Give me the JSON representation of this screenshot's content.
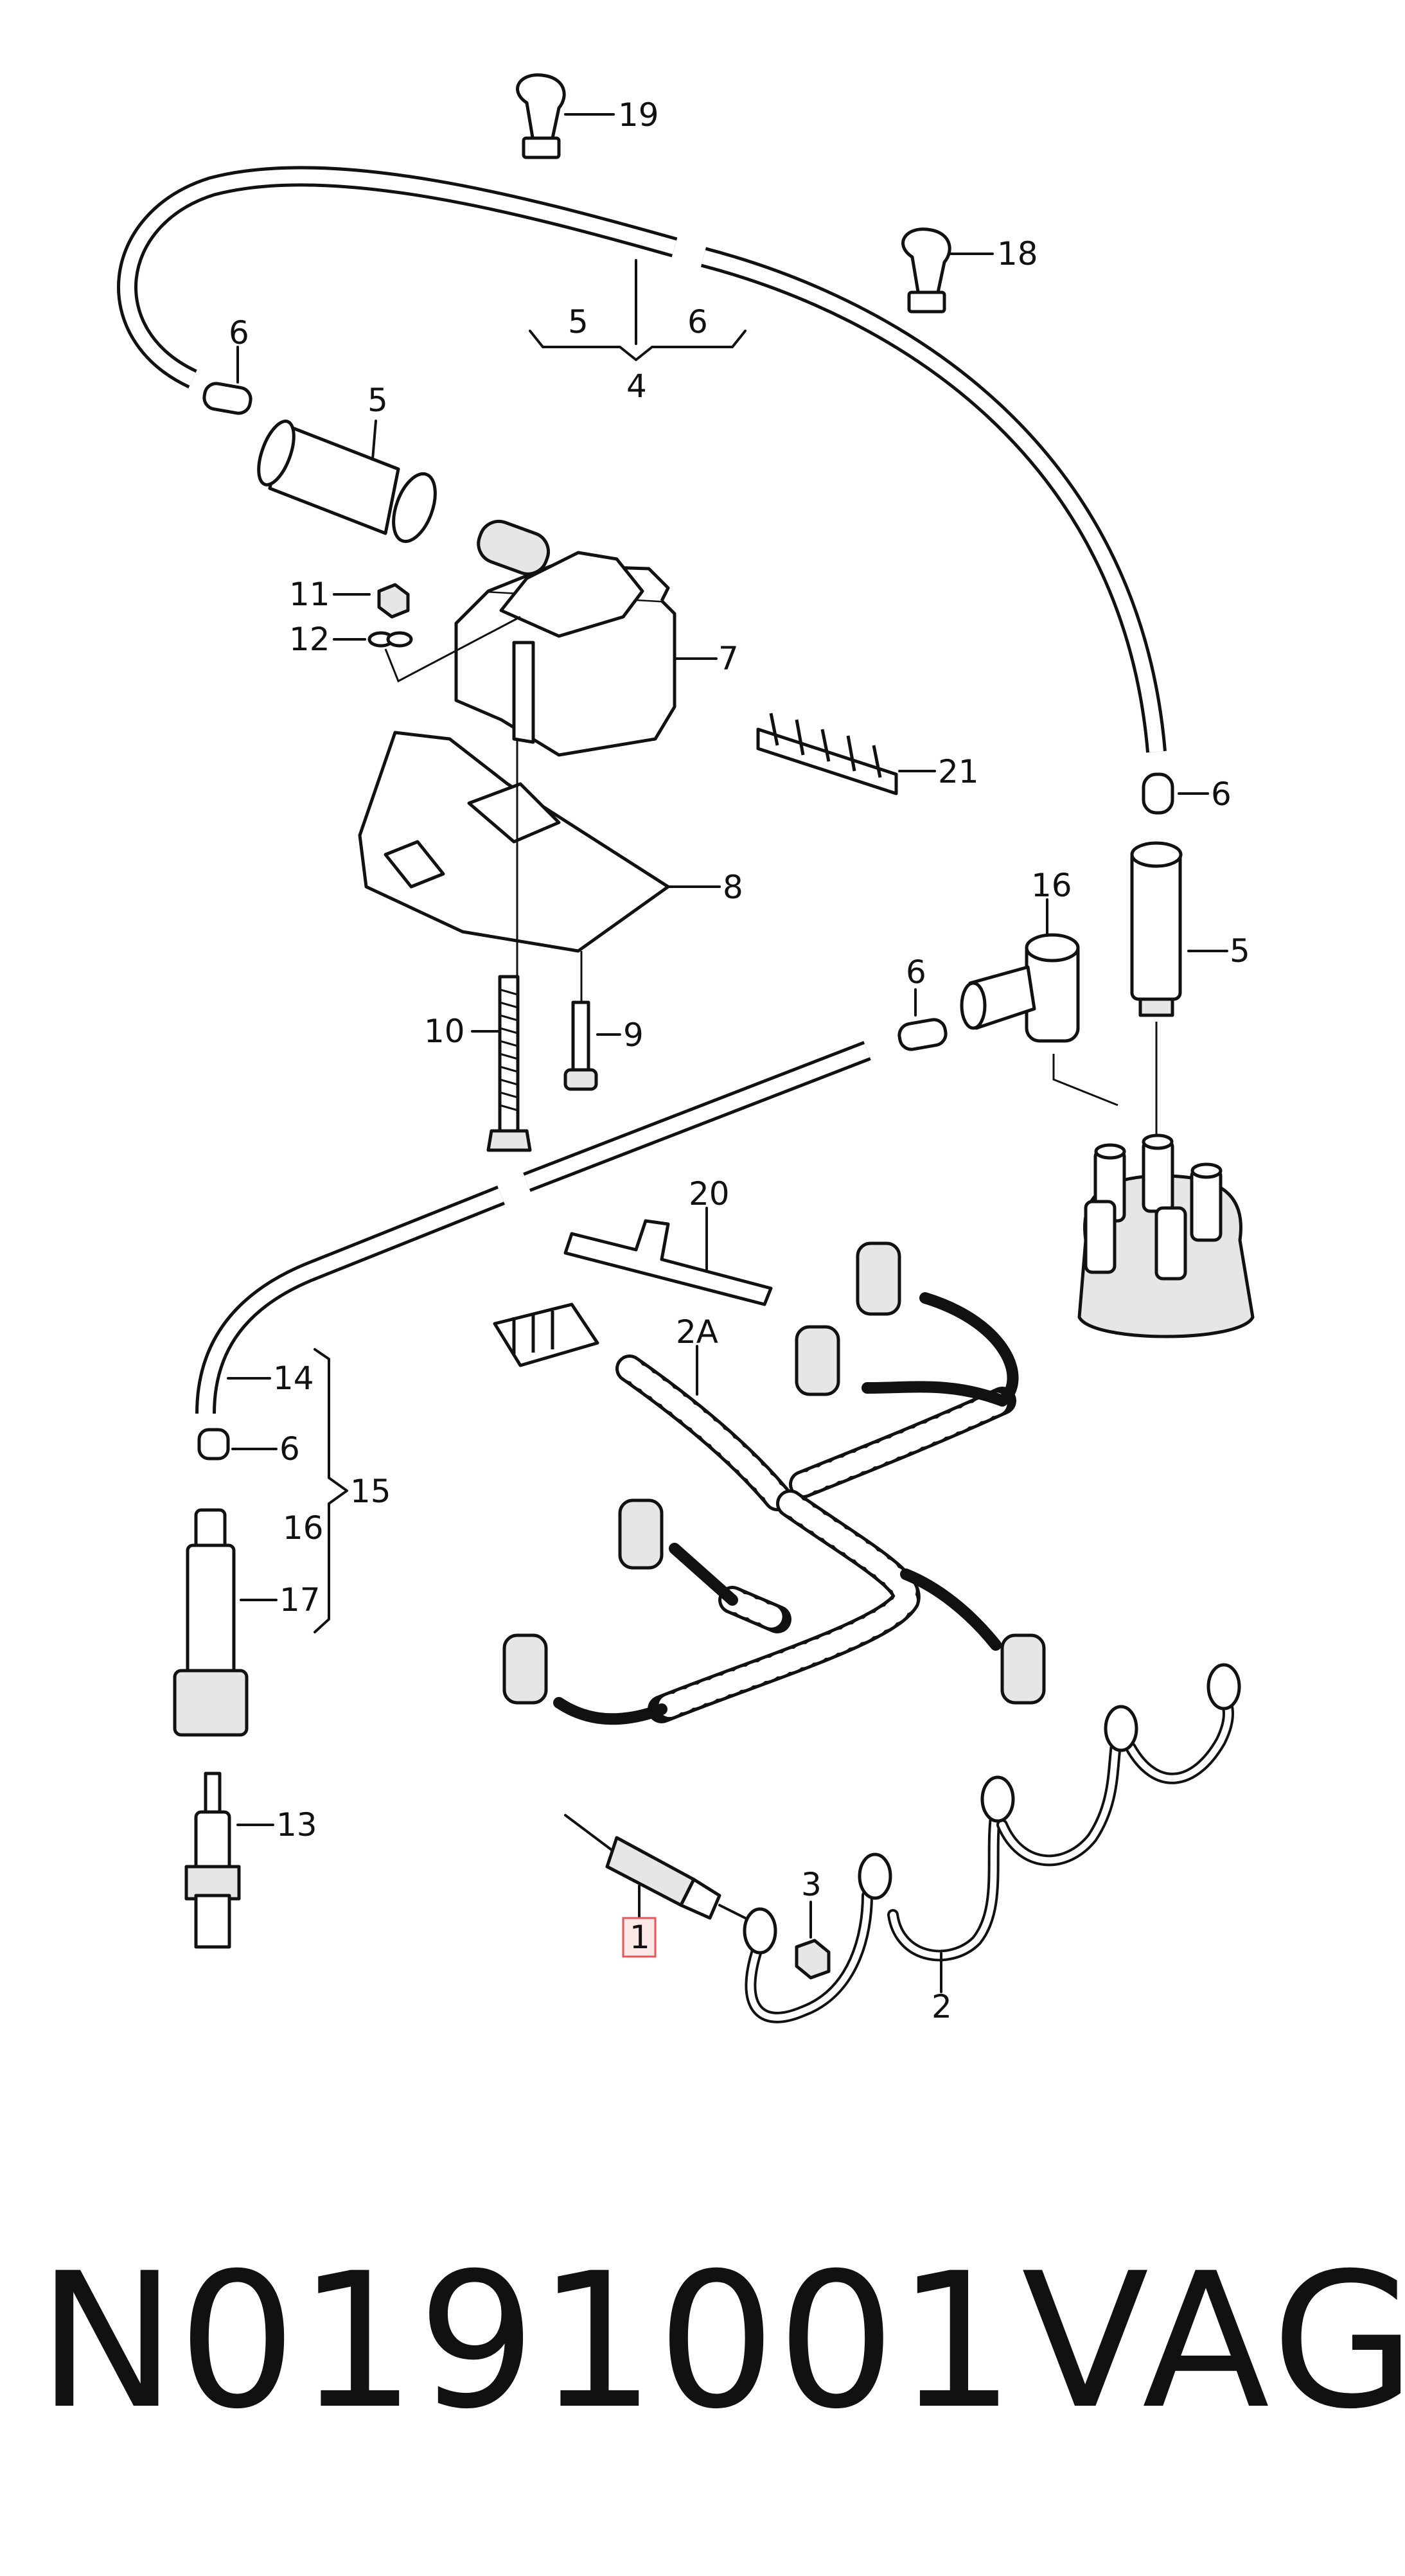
{
  "diagram": {
    "callouts": {
      "c19": "19",
      "c18": "18",
      "c5_bracket": "5",
      "c6_bracket": "6",
      "c4": "4",
      "c6_top": "6",
      "c5_top": "5",
      "c11": "11",
      "c12": "12",
      "c7": "7",
      "c21": "21",
      "c6_right": "6",
      "c8": "8",
      "c16_top": "16",
      "c5_right": "5",
      "c6_mid": "6",
      "c10": "10",
      "c9": "9",
      "c20": "20",
      "c2A": "2A",
      "c14": "14",
      "c6_left": "6",
      "c15": "15",
      "c16_left": "16",
      "c17": "17",
      "c13": "13",
      "c3": "3",
      "c1": "1",
      "c2": "2"
    },
    "highlighted_callout": "1",
    "highlight_color": "#e8555a"
  },
  "footer": {
    "part_number": "N0191001",
    "brand": "VAG"
  }
}
